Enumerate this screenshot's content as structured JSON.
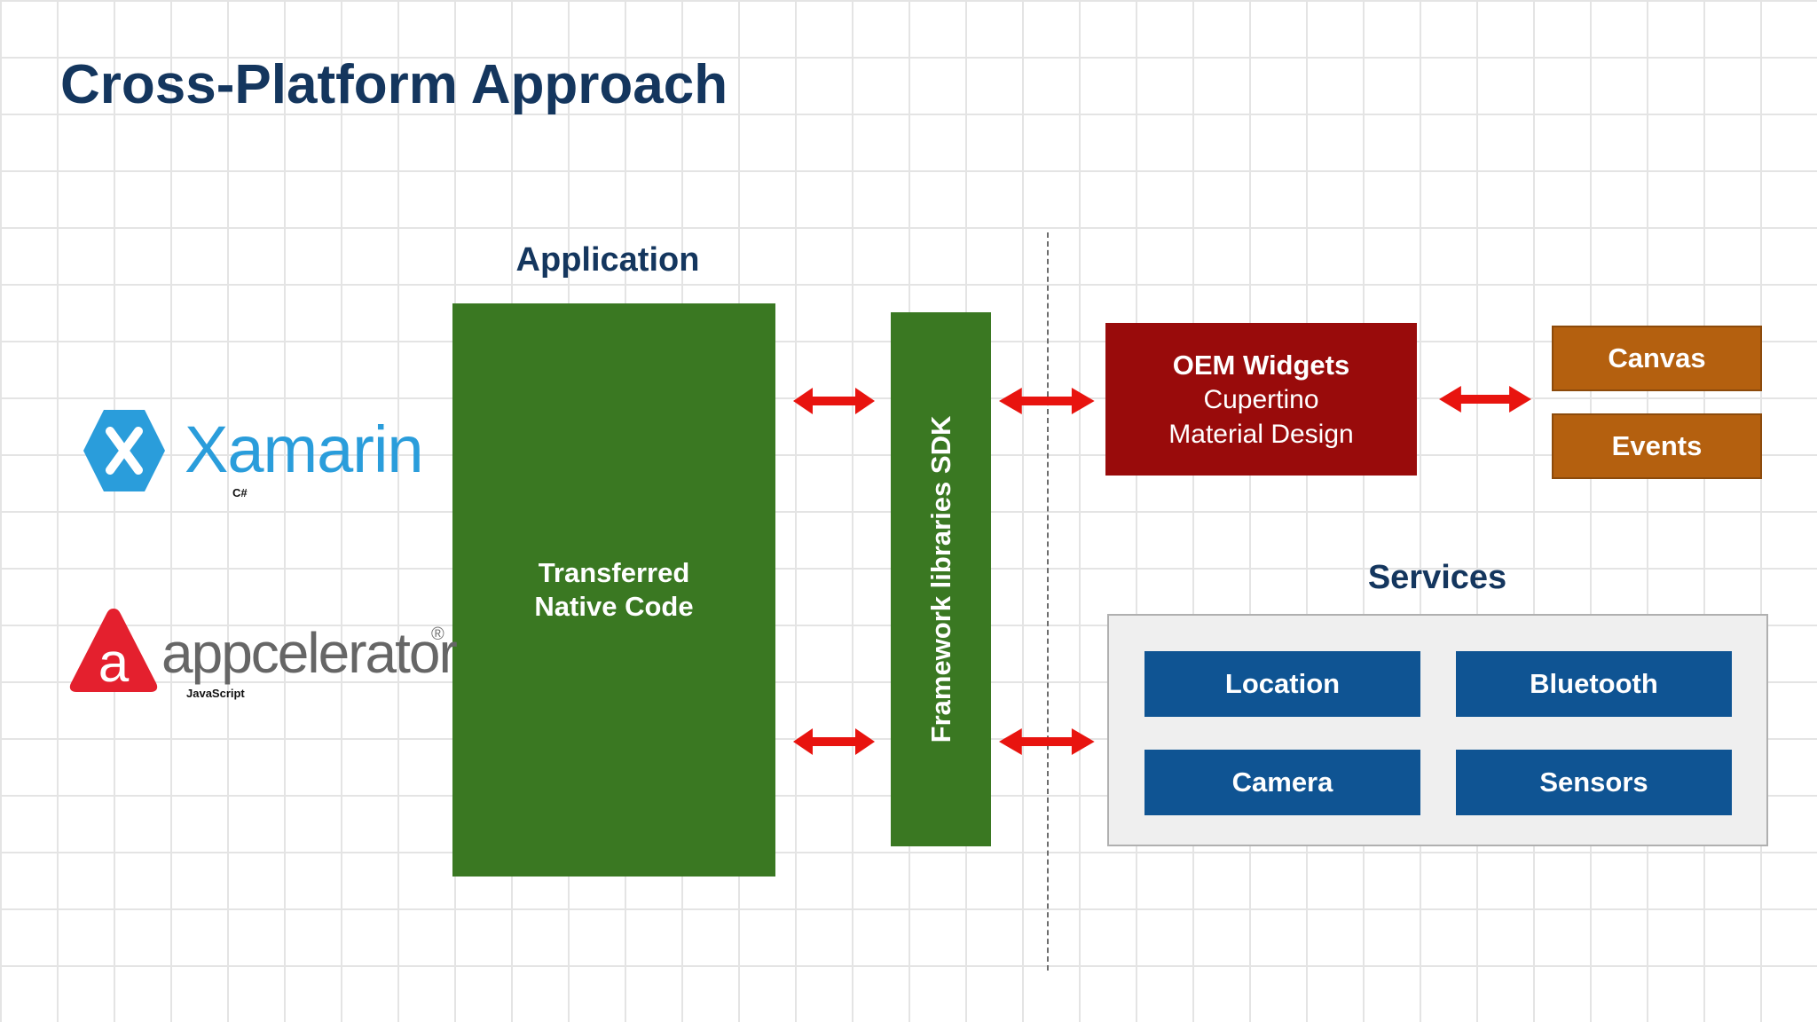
{
  "title": "Cross-Platform Approach",
  "application_heading": "Application",
  "application_box": {
    "line1": "Transferred",
    "line2": "Native Code"
  },
  "sdk_label": "Framework libraries SDK",
  "oem": {
    "title": "OEM Widgets",
    "line1": "Cupertino",
    "line2": "Material Design"
  },
  "canvas_label": "Canvas",
  "events_label": "Events",
  "services_heading": "Services",
  "services": [
    "Location",
    "Bluetooth",
    "Camera",
    "Sensors"
  ],
  "xamarin": {
    "name": "Xamarin",
    "language": "C#"
  },
  "appcelerator": {
    "name": "appcelerator",
    "registered": "®",
    "language": "JavaScript"
  },
  "colors": {
    "title": "#14365e",
    "application_green": "#3a7822",
    "oem_red": "#990b0b",
    "canvas_orange": "#b4600f",
    "service_blue": "#0f5493",
    "arrow_red": "#e8140f",
    "xamarin_blue": "#2a9ddb",
    "appcelerator_red": "#e4202e"
  }
}
